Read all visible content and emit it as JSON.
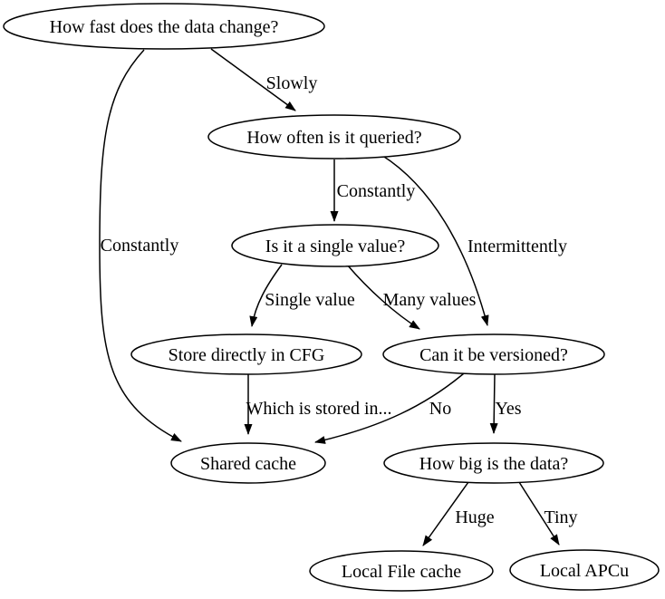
{
  "diagram": {
    "type": "flowchart-decision-tree",
    "background_color": "#ffffff",
    "line_color": "#000000",
    "text_color": "#000000",
    "nodes": [
      {
        "id": "how-fast",
        "label": "How fast does the data change?"
      },
      {
        "id": "how-often",
        "label": "How often is it queried?"
      },
      {
        "id": "single-value",
        "label": "Is it a single value?"
      },
      {
        "id": "store-cfg",
        "label": "Store directly in CFG"
      },
      {
        "id": "versioned",
        "label": "Can it be versioned?"
      },
      {
        "id": "shared-cache",
        "label": "Shared cache"
      },
      {
        "id": "how-big",
        "label": "How big is the data?"
      },
      {
        "id": "local-file",
        "label": "Local File cache"
      },
      {
        "id": "local-apcu",
        "label": "Local APCu"
      }
    ],
    "edges": [
      {
        "from": "how-fast",
        "to": "how-often",
        "label": "Slowly"
      },
      {
        "from": "how-fast",
        "to": "shared-cache",
        "label": "Constantly"
      },
      {
        "from": "how-often",
        "to": "single-value",
        "label": "Constantly"
      },
      {
        "from": "how-often",
        "to": "versioned",
        "label": "Intermittently"
      },
      {
        "from": "single-value",
        "to": "store-cfg",
        "label": "Single value"
      },
      {
        "from": "single-value",
        "to": "versioned",
        "label": "Many values"
      },
      {
        "from": "store-cfg",
        "to": "shared-cache",
        "label": "Which is stored in..."
      },
      {
        "from": "versioned",
        "to": "shared-cache",
        "label": "No"
      },
      {
        "from": "versioned",
        "to": "how-big",
        "label": "Yes"
      },
      {
        "from": "how-big",
        "to": "local-file",
        "label": "Huge"
      },
      {
        "from": "how-big",
        "to": "local-apcu",
        "label": "Tiny"
      }
    ]
  }
}
